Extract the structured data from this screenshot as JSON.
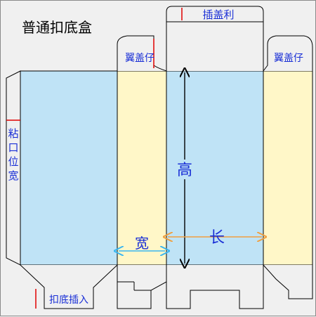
{
  "title": "普通扣底盒",
  "labels": {
    "tuck_flap": "插盖利",
    "dust_flap_left": "翼盖仔",
    "dust_flap_right": "翼盖仔",
    "glue_flap": [
      "粘",
      "口",
      "位",
      "宽"
    ],
    "bottom_tab": "扣底插入",
    "height": "高",
    "width": "宽",
    "length": "长"
  },
  "colors": {
    "background": "#f0f0f0",
    "outline": "#000000",
    "blue_panel": "#bfe3f6",
    "yellow_panel": "#fff7c8",
    "text_blue": "#1a2fd6",
    "red_marker": "#e00000",
    "width_arrow": "#39b6f0",
    "length_arrow": "#f0a040"
  }
}
